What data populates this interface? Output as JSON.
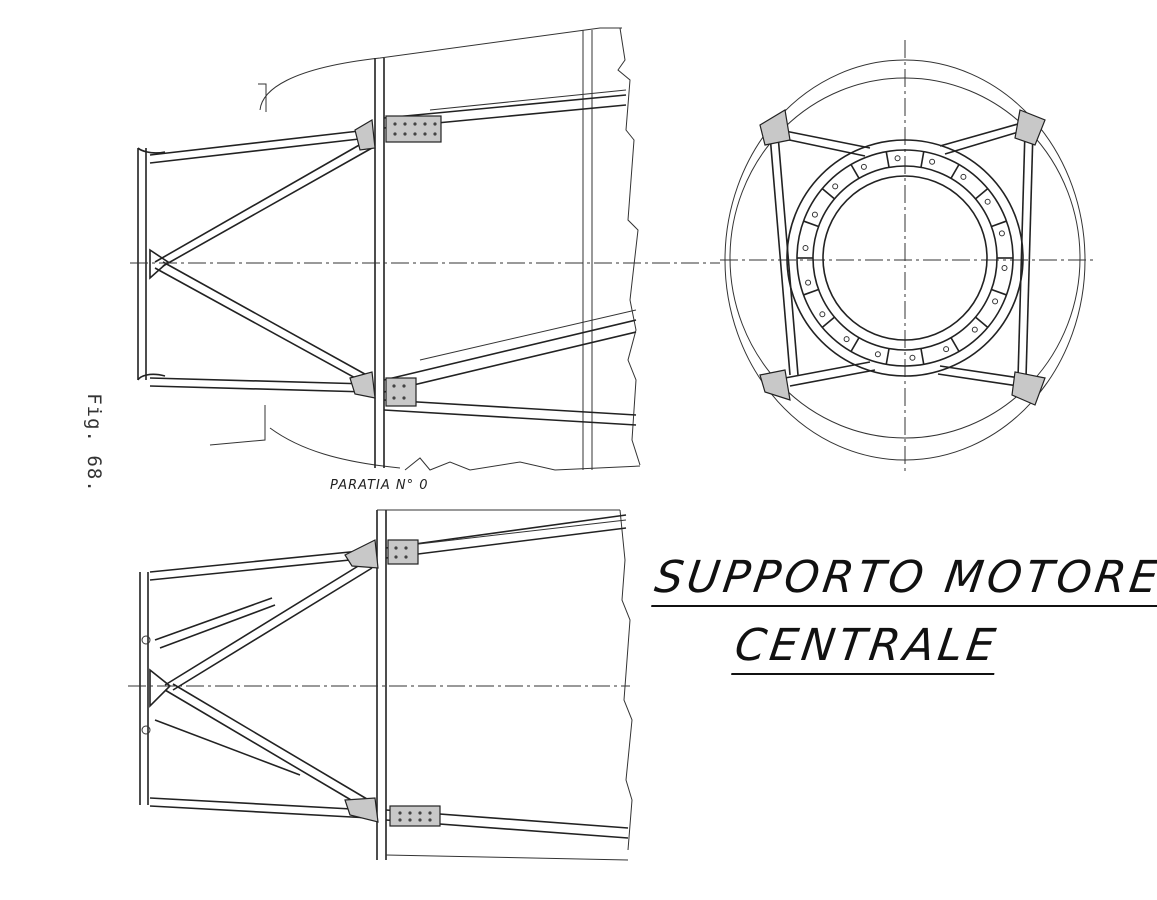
{
  "figure": {
    "label": "Fig. 68.",
    "bulkhead_label": "PARATIA N° 0",
    "title_line1": "SUPPORTO MOTORE",
    "title_line2": "CENTRALE"
  },
  "views": [
    {
      "name": "side-view-top",
      "description_visible": false
    },
    {
      "name": "front-view-ring",
      "description_visible": false
    },
    {
      "name": "plan-view-bottom",
      "description_visible": false
    }
  ]
}
